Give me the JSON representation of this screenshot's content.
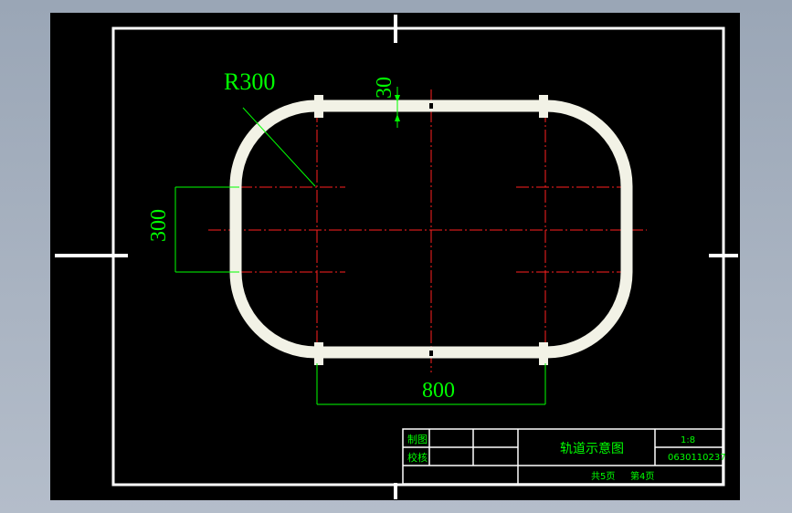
{
  "drawing": {
    "dimensions": {
      "radius_label": "R300",
      "offset_label": "30",
      "height_label": "300",
      "width_label": "800"
    }
  },
  "title_block": {
    "drawn_by_label": "制图",
    "checked_by_label": "校核",
    "title": "轨道示意图",
    "scale": "1:8",
    "drawing_number": "0630110237",
    "total_sheets": "共5页",
    "sheet_number": "第4页"
  },
  "colors": {
    "background": "#000000",
    "frame": "#ffffff",
    "dimension": "#00ff00",
    "centerline": "#ff0000",
    "track": "#f2f2e6"
  }
}
